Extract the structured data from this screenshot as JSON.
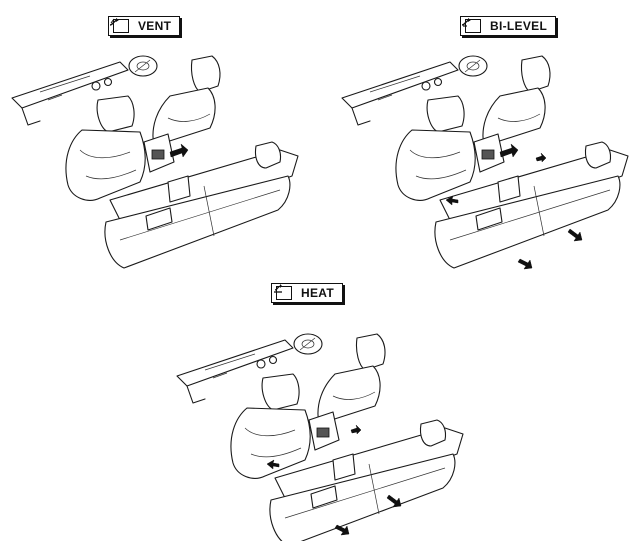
{
  "modes": [
    {
      "id": "vent",
      "label": "VENT",
      "icon": "vent-mode-icon"
    },
    {
      "id": "bilevel",
      "label": "BI-LEVEL",
      "icon": "bilevel-mode-icon"
    },
    {
      "id": "heat",
      "label": "HEAT",
      "icon": "heat-mode-icon"
    }
  ],
  "colors": {
    "line": "#1a1a1a",
    "airflow_arrow": "#111111",
    "background": "#ffffff"
  }
}
